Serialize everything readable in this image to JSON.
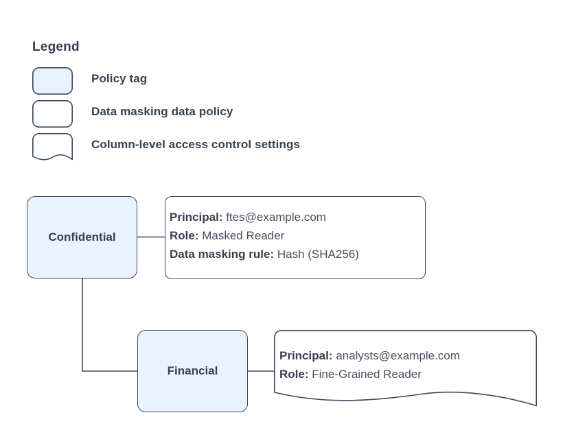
{
  "legend": {
    "title": "Legend",
    "items": [
      {
        "label": "Policy tag",
        "swatch": "filled-rounded-rect",
        "fill": "#eaf2fd"
      },
      {
        "label": "Data masking data policy",
        "swatch": "white-rounded-rect",
        "fill": "#ffffff"
      },
      {
        "label": "Column-level access control settings",
        "swatch": "white-wavy-bottom-card",
        "fill": "#ffffff"
      }
    ]
  },
  "diagram": {
    "nodes": [
      {
        "id": "confidential",
        "label": "Confidential",
        "type": "policy-tag"
      },
      {
        "id": "financial",
        "label": "Financial",
        "type": "policy-tag"
      }
    ],
    "cards": [
      {
        "id": "masking",
        "type": "data-masking-data-policy",
        "lines": [
          {
            "label": "Principal:",
            "value": "ftes@example.com"
          },
          {
            "label": "Role:",
            "value": "Masked Reader"
          },
          {
            "label": "Data masking rule:",
            "value": "Hash (SHA256)"
          }
        ]
      },
      {
        "id": "colaccess",
        "type": "column-level-access-control-settings",
        "lines": [
          {
            "label": "Principal:",
            "value": "analysts@example.com"
          },
          {
            "label": "Role:",
            "value": "Fine-Grained Reader"
          }
        ]
      }
    ],
    "edges": [
      {
        "from": "confidential",
        "to": "masking"
      },
      {
        "from": "confidential",
        "to": "financial"
      },
      {
        "from": "financial",
        "to": "colaccess"
      }
    ]
  },
  "colors": {
    "node_fill": "#eaf2fd",
    "stroke": "#3c4858",
    "text": "#37404f",
    "value_text": "#454f5e",
    "background": "#ffffff"
  }
}
